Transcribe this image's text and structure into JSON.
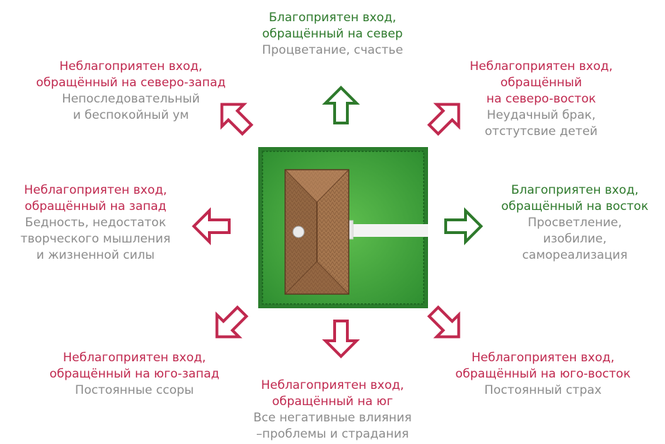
{
  "colors": {
    "good": "#2e7a2c",
    "bad": "#c0294f",
    "description": "#8c8c8c",
    "lawn": "#3ea23d",
    "roof": "#a6774f"
  },
  "directions": {
    "north": {
      "verdict": "good",
      "title_lines": [
        "Благоприятен вход,",
        "обращённый на север"
      ],
      "desc_lines": [
        "Процветание, счастье"
      ]
    },
    "northwest": {
      "verdict": "bad",
      "title_lines": [
        "Неблагоприятен вход,",
        "обращённый на северо-запад"
      ],
      "desc_lines": [
        "Непоследовательный",
        "и беспокойный ум"
      ]
    },
    "northeast": {
      "verdict": "bad",
      "title_lines": [
        "Неблагоприятен вход,",
        "обращённый",
        "на северо-восток"
      ],
      "desc_lines": [
        "Неудачный брак,",
        "отстутсвие детей"
      ]
    },
    "west": {
      "verdict": "bad",
      "title_lines": [
        "Неблагоприятен вход,",
        "обращённый на запад"
      ],
      "desc_lines": [
        "Бедность, недостаток",
        "творческого мышления",
        "и жизненной силы"
      ]
    },
    "east": {
      "verdict": "good",
      "title_lines": [
        "Благоприятен вход,",
        "обращённый на восток"
      ],
      "desc_lines": [
        "Просветление,",
        "изобилие,",
        "самореализация"
      ]
    },
    "southwest": {
      "verdict": "bad",
      "title_lines": [
        "Неблагоприятен вход,",
        "обращённый на юго-запад"
      ],
      "desc_lines": [
        "Постоянные ссоры"
      ]
    },
    "south": {
      "verdict": "bad",
      "title_lines": [
        "Неблагоприятен вход,",
        "обращённый на юг"
      ],
      "desc_lines": [
        "Все негативные влияния",
        "–проблемы и страдания"
      ]
    },
    "southeast": {
      "verdict": "bad",
      "title_lines": [
        "Неблагоприятен вход,",
        "обращённый на юго-восток"
      ],
      "desc_lines": [
        "Постоянный страх"
      ]
    }
  }
}
